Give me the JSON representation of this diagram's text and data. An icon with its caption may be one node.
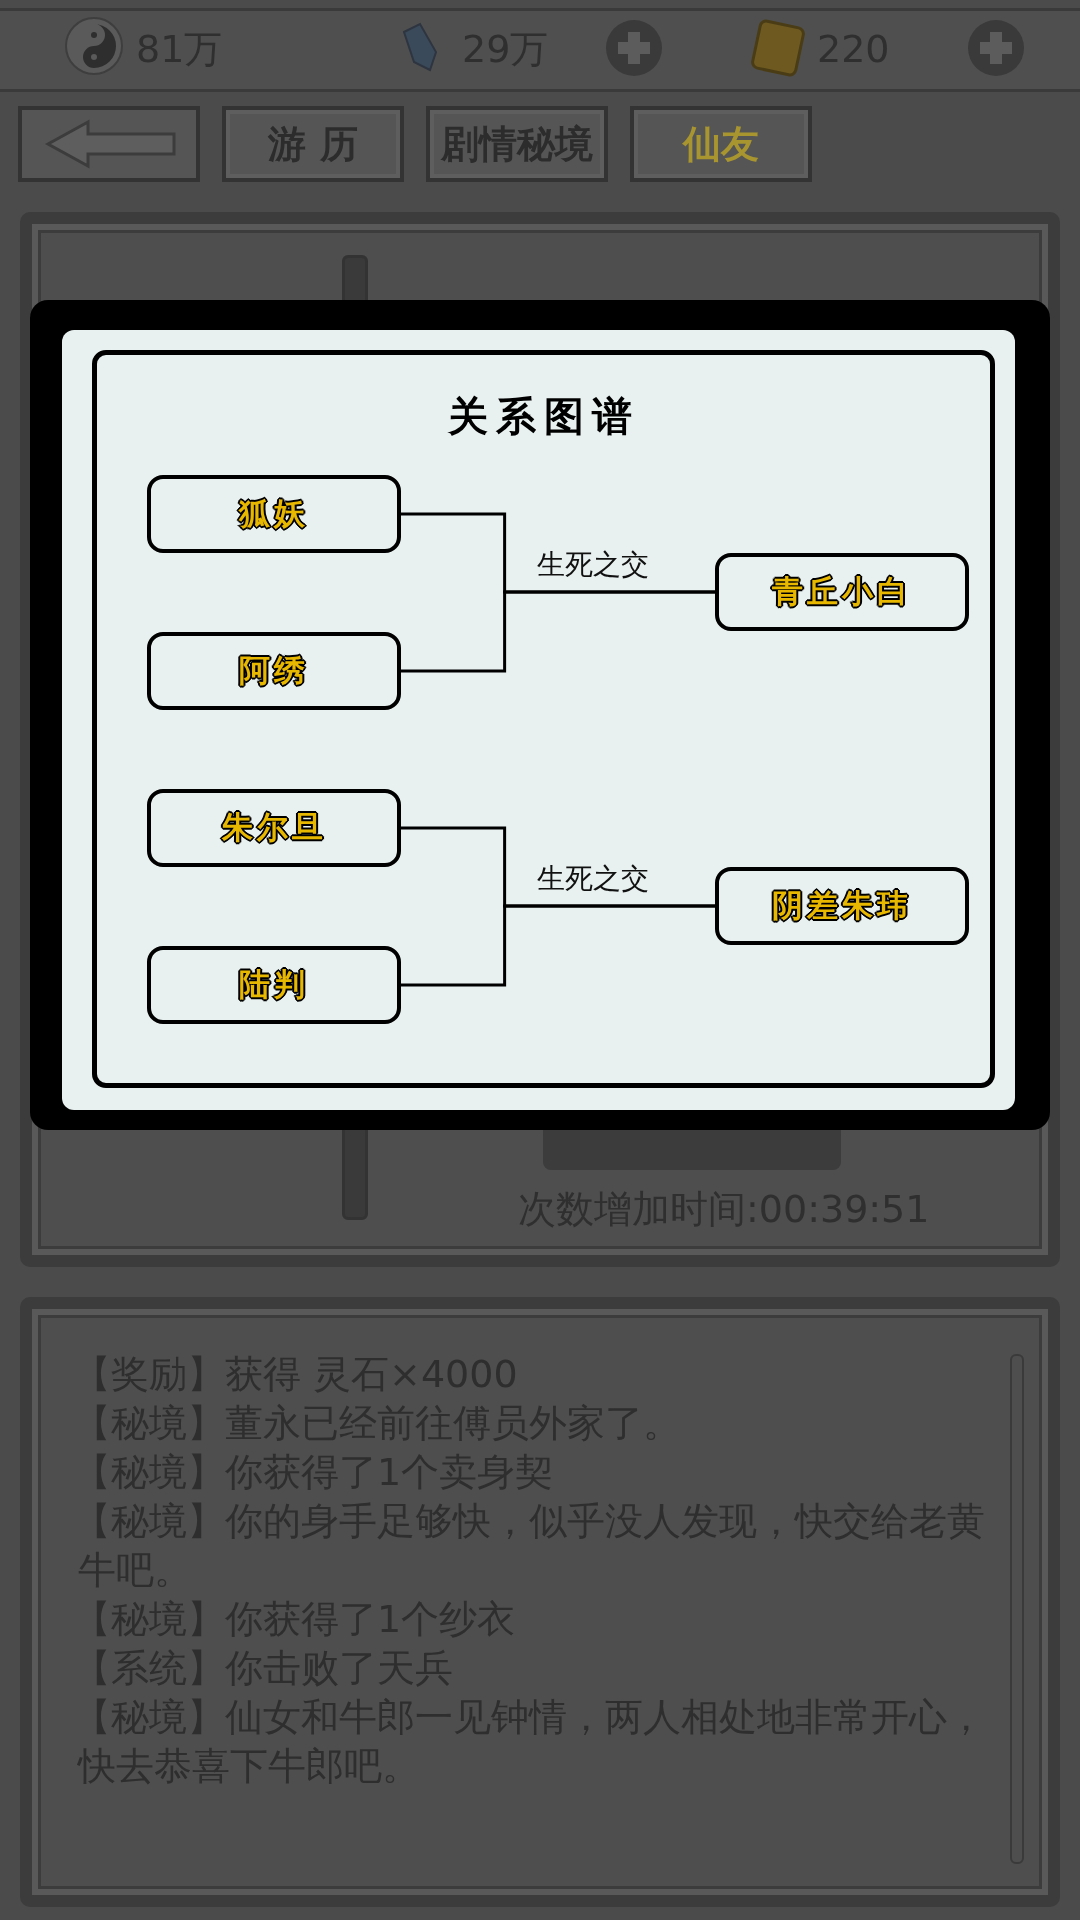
{
  "diagram": {
    "title": "关系图谱",
    "nodes": [
      {
        "text": [
          "狐妖"
        ]
      },
      {
        "text": [
          "阿绣"
        ]
      },
      {
        "text": [
          "青丘小白"
        ]
      },
      {
        "text": [
          "朱尔旦"
        ]
      },
      {
        "text": [
          "陆判"
        ]
      },
      {
        "text": [
          "阴差朱玮"
        ]
      }
    ],
    "edges": [
      {
        "from": 0,
        "to": 2,
        "arrow": "none",
        "label": "生死之交"
      },
      {
        "from": 1,
        "to": 2,
        "arrow": "none"
      },
      {
        "from": 3,
        "to": 5,
        "arrow": "none",
        "label": "生死之交"
      },
      {
        "from": 4,
        "to": 5,
        "arrow": "none"
      }
    ],
    "labels": [
      "81万",
      "29万",
      "220",
      "游 历",
      "剧情秘境",
      "仙友",
      "次数增加时间:00:39:51",
      "【奖励】获得 灵石×4000",
      "【秘境】董永已经前往傅员外家了。",
      "【秘境】你获得了1个卖身契",
      "【秘境】你的身手足够快，似乎没人发现，快交给老黄牛吧。",
      "【秘境】你获得了1个纱衣",
      "【系统】你击败了天兵",
      "【秘境】仙女和牛郎一见钟情，两人相处地非常开心，快去恭喜下牛郎吧。"
    ]
  }
}
